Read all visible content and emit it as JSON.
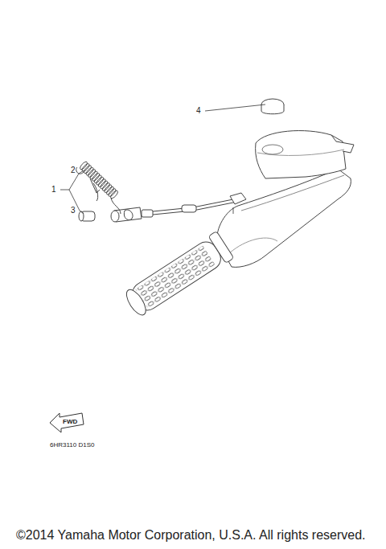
{
  "diagram": {
    "labels": [
      "1",
      "2",
      "3",
      "4",
      "FWD",
      "6HR3110 D1S0",
      "©2014 Yamaha Motor Corporation, U.S.A. All rights reserved."
    ]
  }
}
